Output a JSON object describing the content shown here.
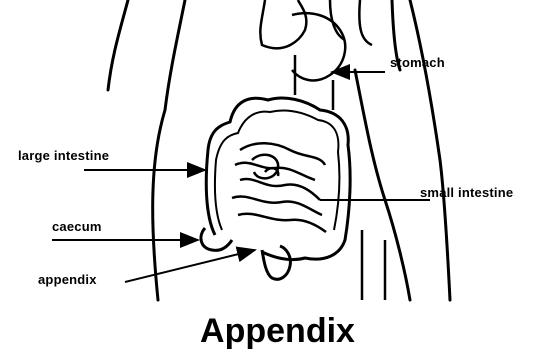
{
  "labels": {
    "stomach": "stomach",
    "large_intestine": "large intestine",
    "small_intestine": "small intestine",
    "caecum": "caecum",
    "appendix": "appendix"
  },
  "title": "Appendix",
  "colors": {
    "ink": "#000000",
    "background": "#ffffff"
  }
}
